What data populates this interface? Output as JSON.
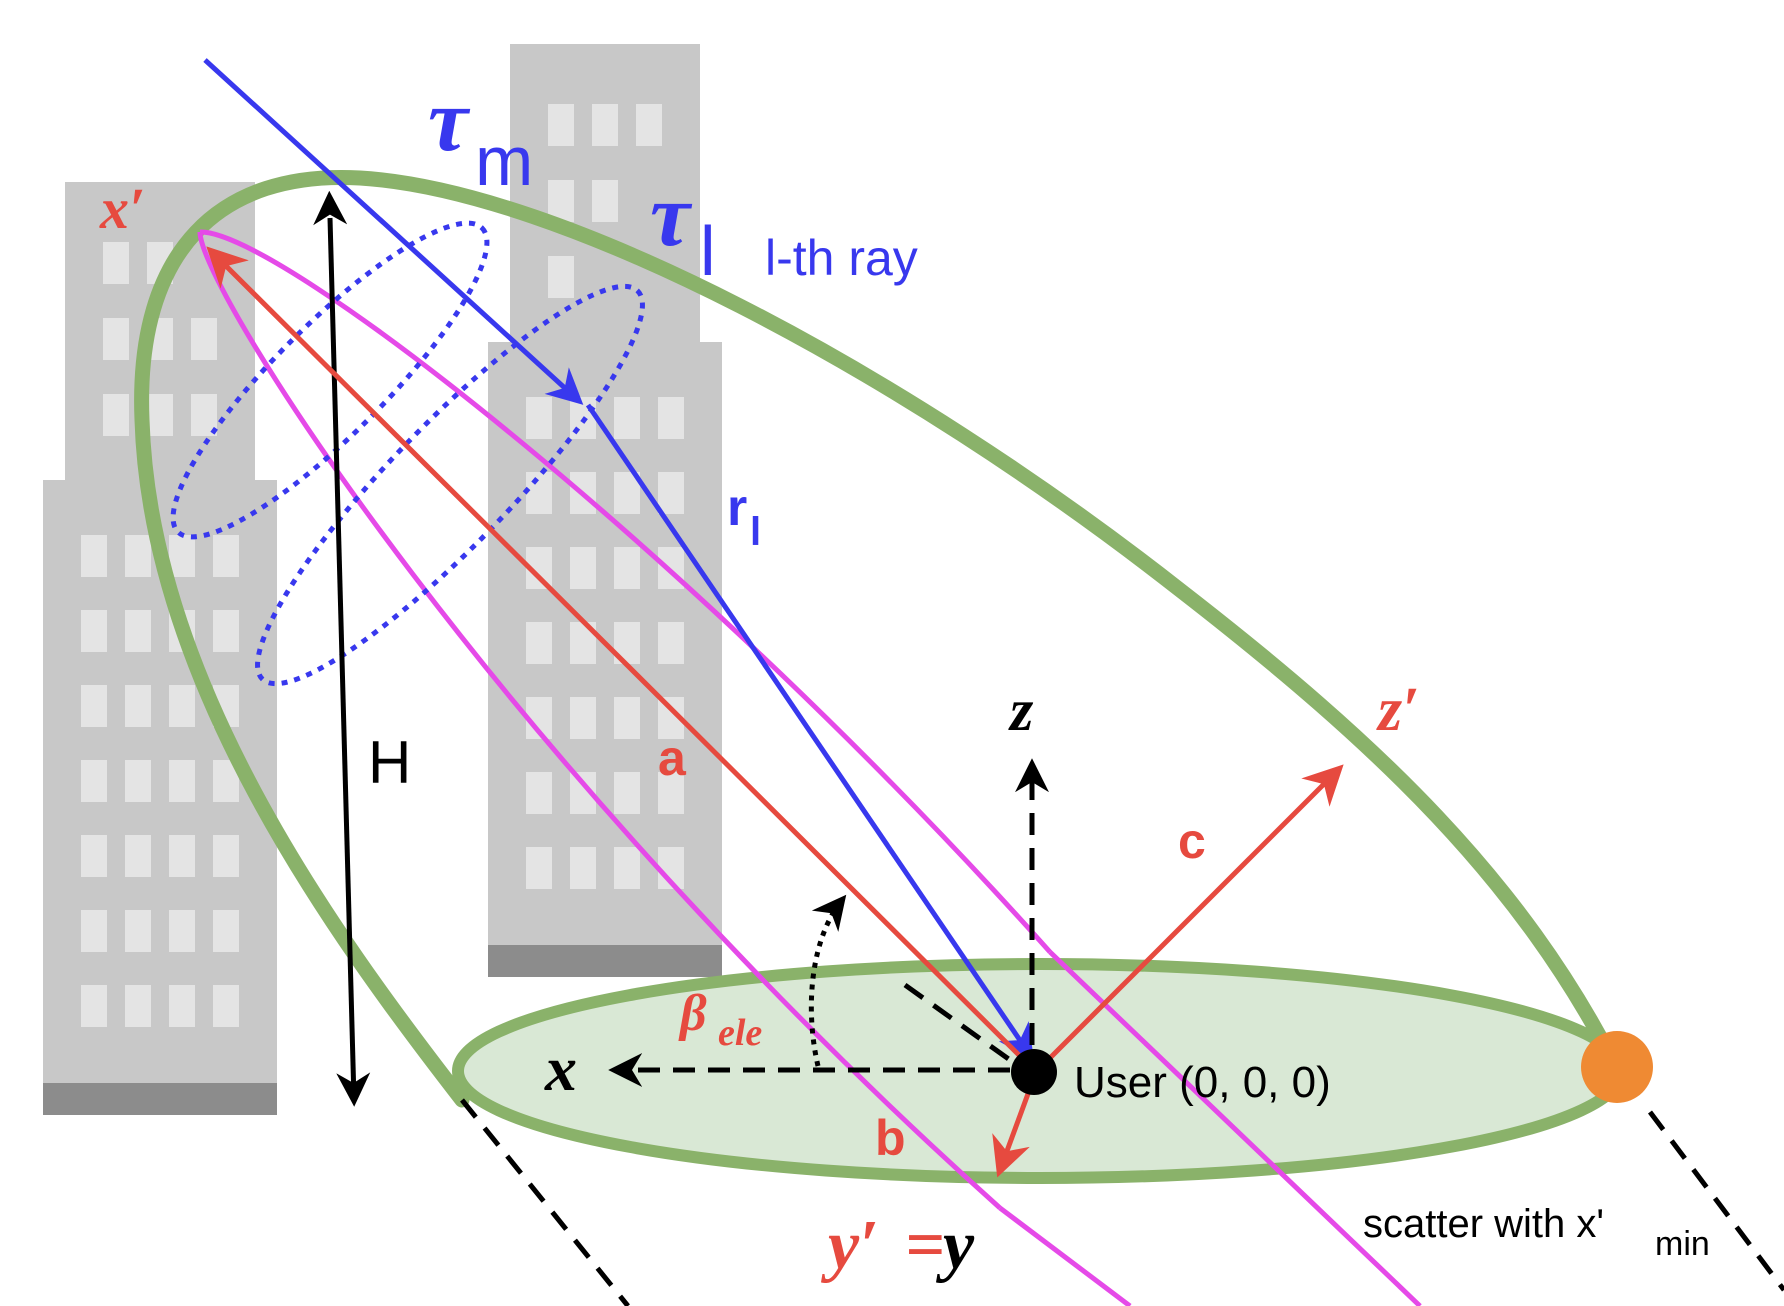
{
  "labels": {
    "x_prime": "x′",
    "tau_m": "τ",
    "tau_m_sub": "m",
    "tau_l": "τ",
    "tau_l_sub": "l",
    "lth_ray": "l-th ray",
    "r_l": "r",
    "r_l_sub": "l",
    "H": "H",
    "a": "a",
    "b": "b",
    "c": "c",
    "z": "z",
    "z_prime": "z′",
    "x": "x",
    "beta": "β",
    "beta_sub": "ele",
    "user": "User (0, 0, 0)",
    "y_prime": "y′",
    "y_eq": "=",
    "y": "y",
    "scatter": "scatter with x'",
    "scatter_sub": "min"
  },
  "colors": {
    "building": "#c8c8c8",
    "building_base": "#8c8c8c",
    "window": "#e4e4e4",
    "ellipse_green": "#8ab26a",
    "ellipse_fill": "#d9e8d5",
    "magenta": "#e54ae8",
    "red": "#e64a3f",
    "blue": "#3838ee",
    "orange": "#ef8a33",
    "black": "#000000"
  }
}
